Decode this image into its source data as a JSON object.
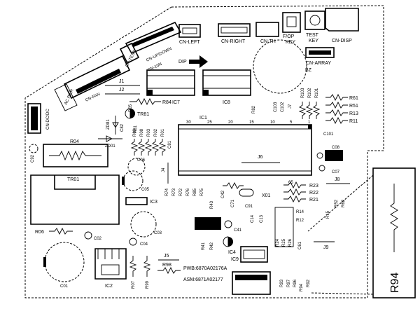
{
  "connectors": {
    "cn_left": "CN-LEFT",
    "cn_right": "CN-RIGHT",
    "cn_th": "CN-TH",
    "fop_key": "F/OP",
    "fop_key2": "KEY",
    "test_key": "TEST",
    "test_key2": "KEY",
    "cn_disp": "CN-DISP",
    "cn_array": "CN-ARRAY",
    "bz": "BZ",
    "dip": "DIP",
    "cn_test": "CN-TEST",
    "cn_updown": "CN-UP/DOWN",
    "cn_10n": "CN-10N",
    "cn_fan": "CN-FAN",
    "cn_dcdc": "CN-DC/DC",
    "ac_pwr": "AC PWR"
  },
  "chips": {
    "ic1": "IC1",
    "ic2": "IC2",
    "ic3": "IC3",
    "ic4": "IC4",
    "ic7": "IC7",
    "ic8": "IC8",
    "ic9": "IC9",
    "tr01": "TR01",
    "tr81": "TR81",
    "x01": "X01"
  },
  "ic1_pins": [
    "30",
    "25",
    "20",
    "15",
    "10",
    "5",
    "1",
    "65"
  ],
  "jumpers": {
    "j1": "J1",
    "j2": "J2",
    "j4": "J4",
    "j5": "J5",
    "j6": "J6",
    "j7": "J7",
    "j8": "J8",
    "j9": "J9"
  },
  "resistors": {
    "r84": "R84",
    "r04": "R04",
    "r06": "R06",
    "r07": "R07",
    "r99": "R99",
    "r98": "R98",
    "r03": "R03",
    "r02": "R02",
    "r01": "R01",
    "r08": "R08",
    "r09": "R09",
    "r103": "R103",
    "r102": "R102",
    "r101": "R101",
    "r61": "R61",
    "r51": "R51",
    "r13": "R13",
    "r11": "R11",
    "r23": "R23",
    "r22": "R22",
    "r21": "R21",
    "r74": "R74",
    "r73": "R73",
    "r72": "R72",
    "r76": "R76",
    "r85": "R85",
    "r75": "R75",
    "r43": "R43",
    "r41": "R41",
    "r42": "R42",
    "r14": "R14",
    "r12": "R12",
    "r15": "R15",
    "r52": "R52",
    "r62": "R62",
    "r24": "R24",
    "r25": "R25",
    "r26": "R26",
    "r93": "R93",
    "r97": "R97",
    "r96": "R96",
    "r94": "R94",
    "r92": "R92",
    "r81": "R81",
    "r05": "R05",
    "r82": "R82"
  },
  "caps": {
    "c92": "C92",
    "c06": "C06",
    "c05": "C05",
    "c03": "C03",
    "c04": "C04",
    "c02": "C02",
    "c01": "C01",
    "c07": "C07",
    "c08": "C08",
    "c101": "C101",
    "c102": "C102",
    "c103": "C103",
    "c81": "C81",
    "c82": "C82",
    "c42": "C42",
    "c71": "C71",
    "c91": "C91",
    "c41": "C41",
    "c13": "C13",
    "c14": "C14",
    "c61": "C61"
  },
  "diodes": {
    "zd81": "ZD81",
    "zd01": "ZD01"
  },
  "pwb_label": "PWB:6870A02176A",
  "asm_label": "ASM:6871A02177",
  "inset_label": "R94"
}
